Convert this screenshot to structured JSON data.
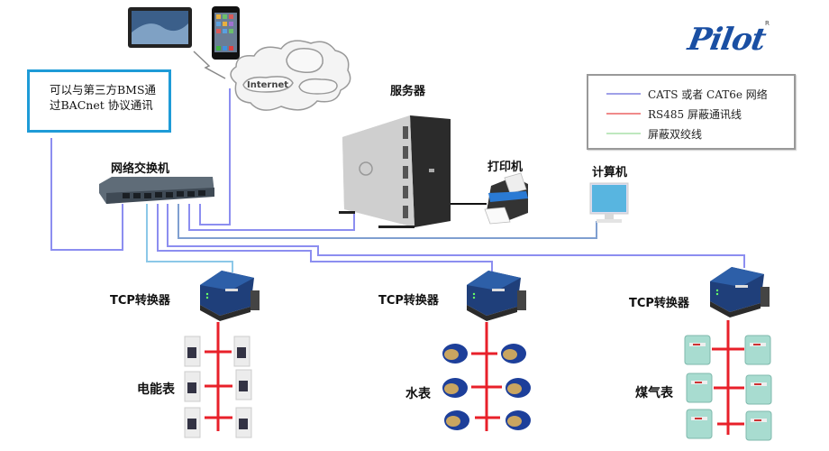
{
  "diagram": {
    "title_logo": "Pilot",
    "logo_mark": "R",
    "note": "可以与第三方BMS通过BACnet 协议通讯",
    "cloud_label": "Internet",
    "nodes": {
      "switch": "网络交换机",
      "server": "服务器",
      "printer": "打印机",
      "computer": "计算机",
      "converter_1": "TCP转换器",
      "converter_2": "TCP转换器",
      "converter_3": "TCP转换器",
      "meter_group_1": "电能表",
      "meter_group_2": "水表",
      "meter_group_3": "煤气表"
    },
    "legend": [
      {
        "label": "CATS 或者 CAT6e 网络",
        "color": "#9fa0e8",
        "type": "network-cable"
      },
      {
        "label": "RS485 屏蔽通讯线",
        "color": "#f08a8a",
        "type": "rs485-cable"
      },
      {
        "label": "屏蔽双绞线",
        "color": "#bfe8bf",
        "type": "twisted-pair"
      }
    ],
    "colors": {
      "network": "#8c8ef0",
      "rs485": "#e8202a",
      "accent_box": "#1e9bd7",
      "logo": "#1a4fa3"
    }
  }
}
